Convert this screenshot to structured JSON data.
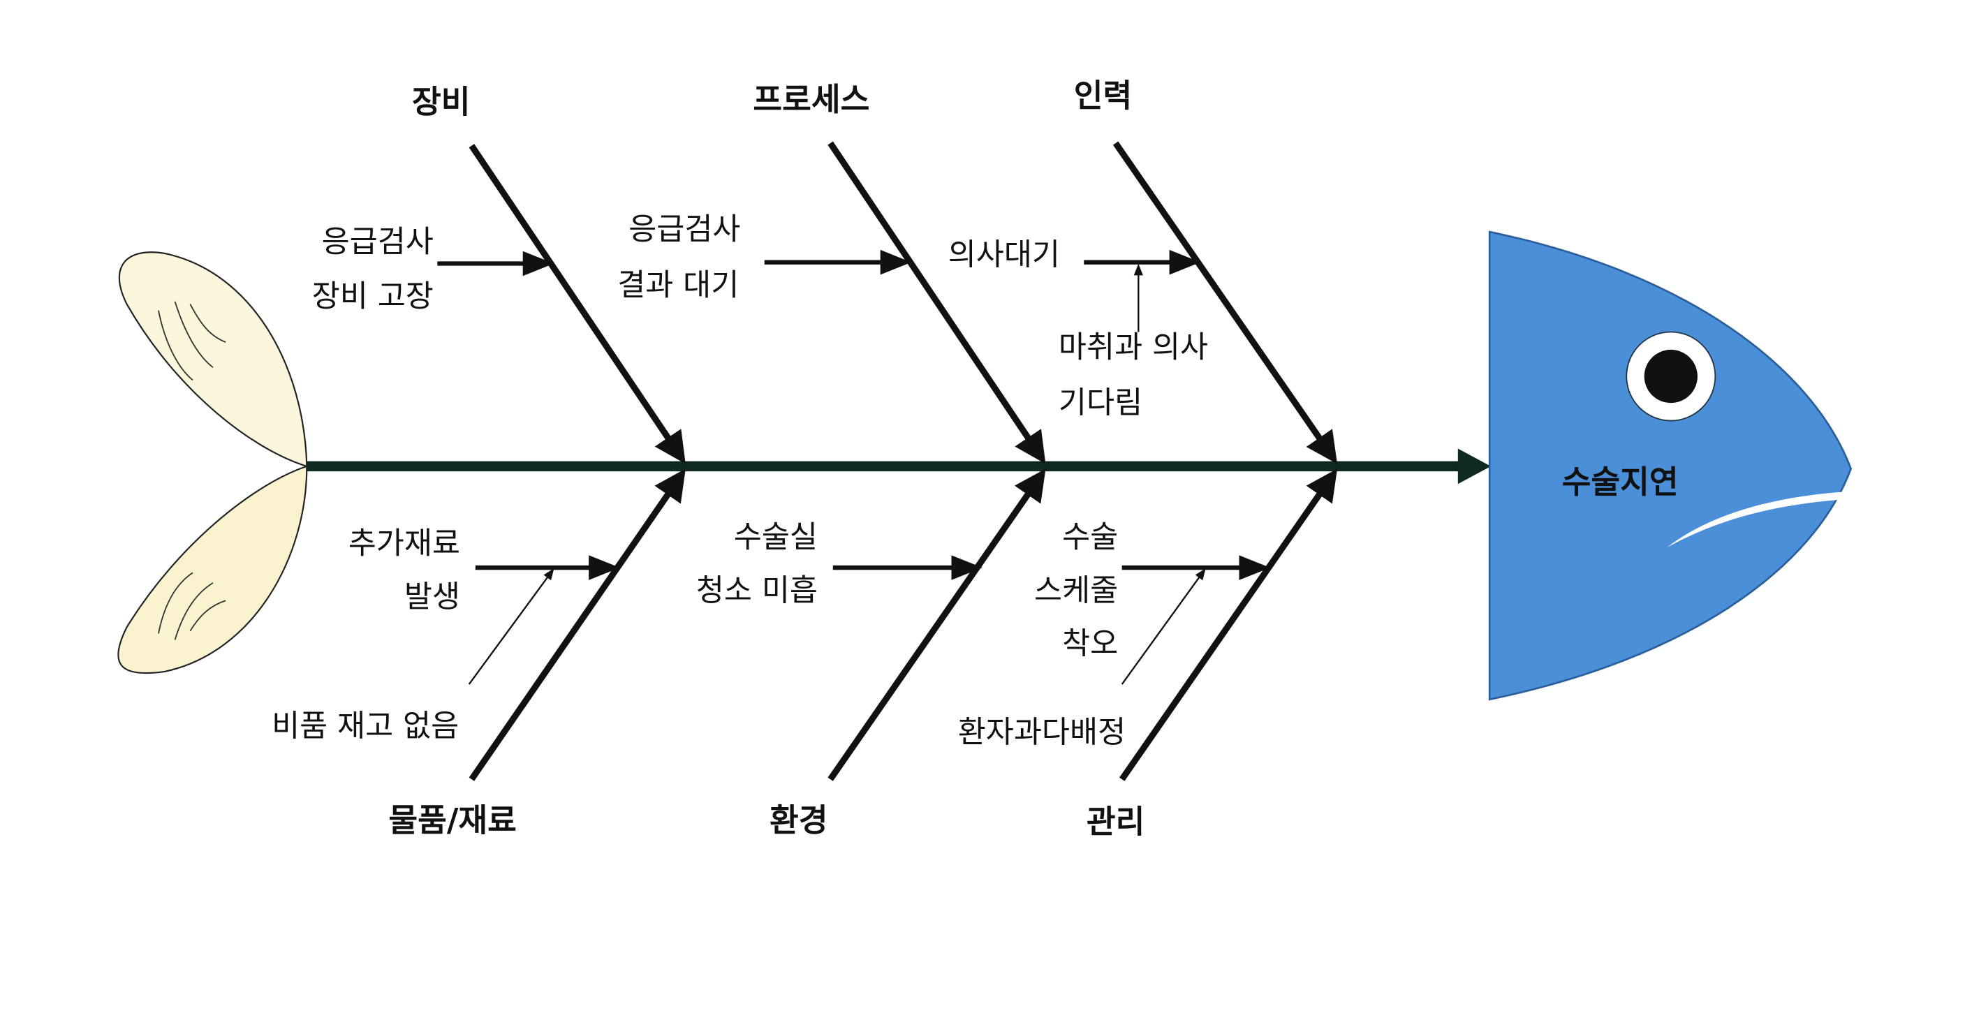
{
  "effect": "수술지연",
  "colors": {
    "head": "#4b8fd8",
    "spine": "#0f2a20",
    "tail": "#fbf6dc",
    "bone": "#111111"
  },
  "categories": {
    "equipment": "장비",
    "process": "프로세스",
    "staff": "인력",
    "materials": "물품/재료",
    "environment": "환경",
    "management": "관리"
  },
  "causes": {
    "equipment": [
      "응급검사",
      "장비 고장"
    ],
    "process": [
      "응급검사",
      "결과 대기"
    ],
    "staff": [
      "의사대기"
    ],
    "staff_sub": [
      "마취과 의사",
      "기다림"
    ],
    "materials": [
      "추가재료",
      "발생"
    ],
    "materials_sub": "비품 재고 없음",
    "environment": [
      "수술실",
      "청소 미흡"
    ],
    "management": [
      "수술",
      "스케줄",
      "착오"
    ],
    "management_sub": "환자과다배정"
  }
}
